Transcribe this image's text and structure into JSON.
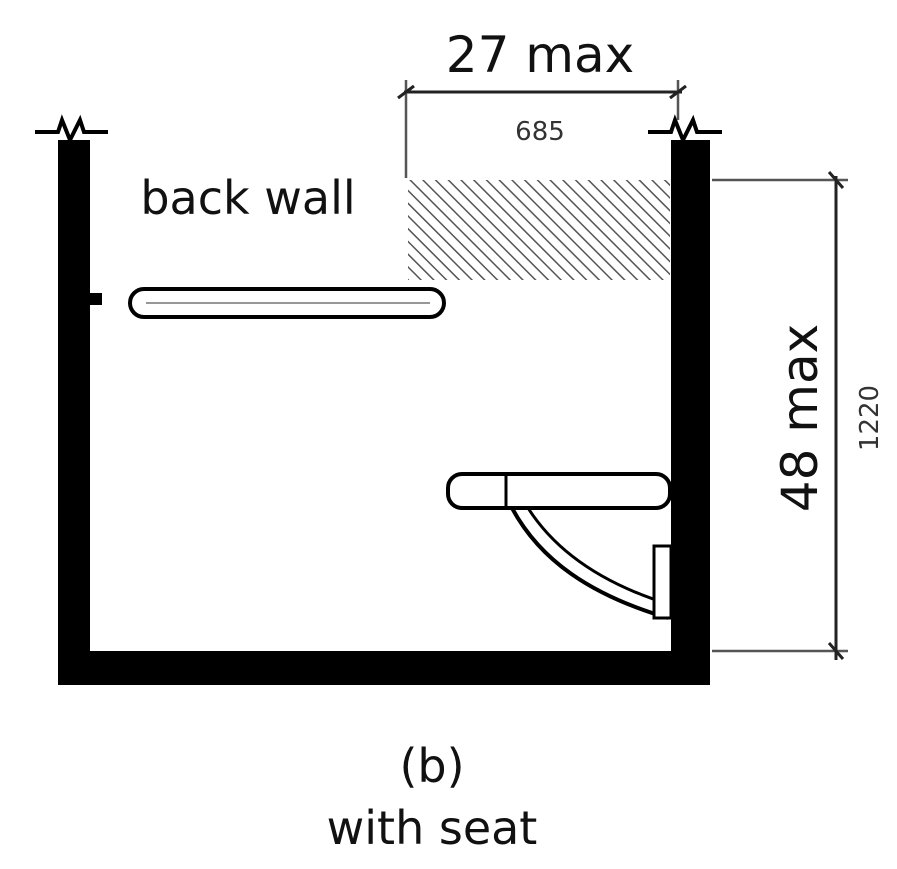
{
  "diagram": {
    "dim_top": {
      "imperial": "27 max",
      "metric": "685"
    },
    "dim_right": {
      "imperial": "48 max",
      "metric": "1220"
    },
    "back_wall_label": "back wall",
    "caption": {
      "letter": "(b)",
      "text": "with seat"
    }
  }
}
